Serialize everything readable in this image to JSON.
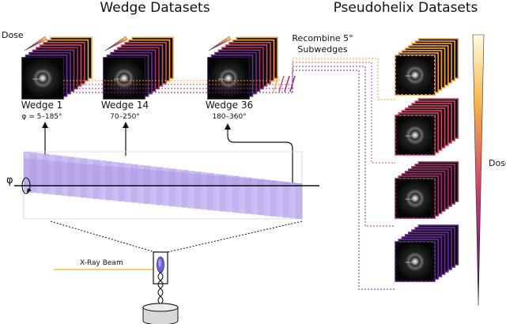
{
  "titles": {
    "wedge": "Wedge Datasets",
    "pseudohelix": "Pseudohelix Datasets"
  },
  "labels": {
    "dose_top": "Dose",
    "dose_side": "Dose",
    "recombine_line1": "Recombine 5°",
    "recombine_line2": "Subwedges",
    "phi": "φ",
    "beam": "X-Ray Beam"
  },
  "wedges": [
    {
      "name": "Wedge 1",
      "range": "φ = 5–185°"
    },
    {
      "name": "Wedge 14",
      "range": "70–250°"
    },
    {
      "name": "Wedge 36",
      "range": "180–360°"
    }
  ],
  "colors": {
    "purple": "#b9a6ec",
    "purple_dark": "#9f88dd",
    "dose_light": "#fde8a0",
    "dose_mid": "#e0762a",
    "dose_dark": "#3b0f52",
    "orange": "#f3a33a",
    "pink": "#d4456a",
    "magenta": "#a0306a",
    "violet": "#6a2a9a",
    "beam": "#f2c230"
  }
}
